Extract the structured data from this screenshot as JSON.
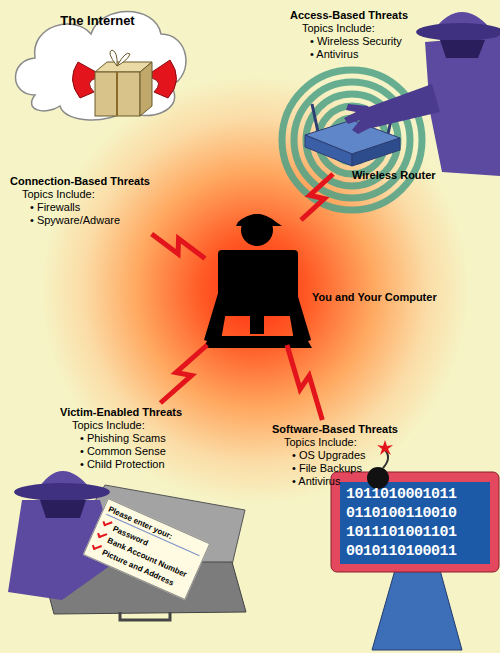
{
  "diagram": {
    "nodes": [
      {
        "text": [
          "The Internet"
        ]
      },
      {
        "text": [
          "Access-Based Threats",
          "Topics Include:",
          "• Wireless Security",
          "• Antivirus"
        ]
      },
      {
        "text": [
          "Connection-Based Threats",
          "Topics Include:",
          "• Firewalls",
          "• Spyware/Adware"
        ]
      },
      {
        "text": [
          "You and Your Computer"
        ]
      },
      {
        "text": [
          "Victim-Enabled Threats",
          "Topics Include:",
          "• Phishing Scams",
          "• Common Sense",
          "• Child Protection"
        ]
      },
      {
        "text": [
          "Software-Based Threats",
          "Topics Include:",
          "• OS Upgrades",
          "• File Backups",
          "• Antivirus"
        ]
      }
    ],
    "edges": [
      {
        "from": 3,
        "to": 2,
        "arrow": "none"
      },
      {
        "from": 3,
        "to": 1,
        "arrow": "none"
      },
      {
        "from": 3,
        "to": 4,
        "arrow": "none"
      },
      {
        "from": 3,
        "to": 5,
        "arrow": "none"
      }
    ],
    "labels": [
      "Wireless Router",
      "Please enter your:",
      "Password",
      "Bank Account Number",
      "Picture and Address",
      "1011010001011",
      "0110100110010",
      "1011101001101",
      "0010110100011"
    ]
  }
}
